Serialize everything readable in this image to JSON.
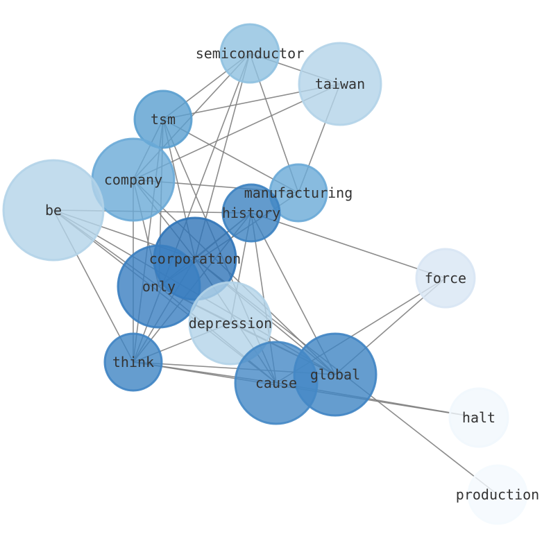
{
  "graph": {
    "nodes": [
      {
        "id": "semiconductor",
        "label": "semiconductor",
        "color": "#8fc1e0",
        "opacity": 0.8
      },
      {
        "id": "taiwan",
        "label": "taiwan",
        "color": "#b3d3e8",
        "opacity": 0.8
      },
      {
        "id": "tsm",
        "label": "tsm",
        "color": "#5a9fcf",
        "opacity": 0.8
      },
      {
        "id": "company",
        "label": "company",
        "color": "#6aaad7",
        "opacity": 0.8
      },
      {
        "id": "be",
        "label": "be",
        "color": "#b3d3e8",
        "opacity": 0.8
      },
      {
        "id": "manufacturing",
        "label": "manufacturing",
        "color": "#6aaad7",
        "opacity": 0.8
      },
      {
        "id": "history",
        "label": "history",
        "color": "#3c82c1",
        "opacity": 0.8
      },
      {
        "id": "corporation",
        "label": "corporation",
        "color": "#2f74b8",
        "opacity": 0.8
      },
      {
        "id": "only",
        "label": "only",
        "color": "#3a7ec0",
        "opacity": 0.8
      },
      {
        "id": "force",
        "label": "force",
        "color": "#d8e6f4",
        "opacity": 0.8
      },
      {
        "id": "depression",
        "label": "depression",
        "color": "#b3d3e8",
        "opacity": 0.8
      },
      {
        "id": "think",
        "label": "think",
        "color": "#3f84c3",
        "opacity": 0.8
      },
      {
        "id": "global",
        "label": "global",
        "color": "#3f84c3",
        "opacity": 0.8
      },
      {
        "id": "cause",
        "label": "cause",
        "color": "#4588c5",
        "opacity": 0.8
      },
      {
        "id": "halt",
        "label": "halt",
        "color": "#f1f7fd",
        "opacity": 0.8
      },
      {
        "id": "production",
        "label": "production",
        "color": "#f4f9fe",
        "opacity": 0.8
      }
    ],
    "edges": [
      [
        "semiconductor",
        "taiwan"
      ],
      [
        "semiconductor",
        "tsm"
      ],
      [
        "semiconductor",
        "company"
      ],
      [
        "semiconductor",
        "manufacturing"
      ],
      [
        "semiconductor",
        "corporation"
      ],
      [
        "semiconductor",
        "think"
      ],
      [
        "taiwan",
        "tsm"
      ],
      [
        "taiwan",
        "company"
      ],
      [
        "taiwan",
        "manufacturing"
      ],
      [
        "tsm",
        "manufacturing"
      ],
      [
        "tsm",
        "corporation"
      ],
      [
        "tsm",
        "only"
      ],
      [
        "tsm",
        "think"
      ],
      [
        "tsm",
        "cause"
      ],
      [
        "tsm",
        "company"
      ],
      [
        "company",
        "manufacturing"
      ],
      [
        "company",
        "corporation"
      ],
      [
        "company",
        "only"
      ],
      [
        "company",
        "think"
      ],
      [
        "company",
        "global"
      ],
      [
        "be",
        "history"
      ],
      [
        "be",
        "corporation"
      ],
      [
        "be",
        "only"
      ],
      [
        "be",
        "think"
      ],
      [
        "be",
        "global"
      ],
      [
        "be",
        "cause"
      ],
      [
        "manufacturing",
        "only"
      ],
      [
        "history",
        "corporation"
      ],
      [
        "history",
        "only"
      ],
      [
        "history",
        "depression"
      ],
      [
        "history",
        "think"
      ],
      [
        "history",
        "global"
      ],
      [
        "history",
        "cause"
      ],
      [
        "history",
        "force"
      ],
      [
        "corporation",
        "global"
      ],
      [
        "corporation",
        "cause"
      ],
      [
        "corporation",
        "think"
      ],
      [
        "corporation",
        "production"
      ],
      [
        "only",
        "cause"
      ],
      [
        "only",
        "global"
      ],
      [
        "only",
        "depression"
      ],
      [
        "depression",
        "global"
      ],
      [
        "depression",
        "think"
      ],
      [
        "think",
        "cause"
      ],
      [
        "think",
        "global"
      ],
      [
        "think",
        "halt"
      ],
      [
        "global",
        "force"
      ],
      [
        "cause",
        "force"
      ],
      [
        "cause",
        "halt"
      ]
    ]
  }
}
